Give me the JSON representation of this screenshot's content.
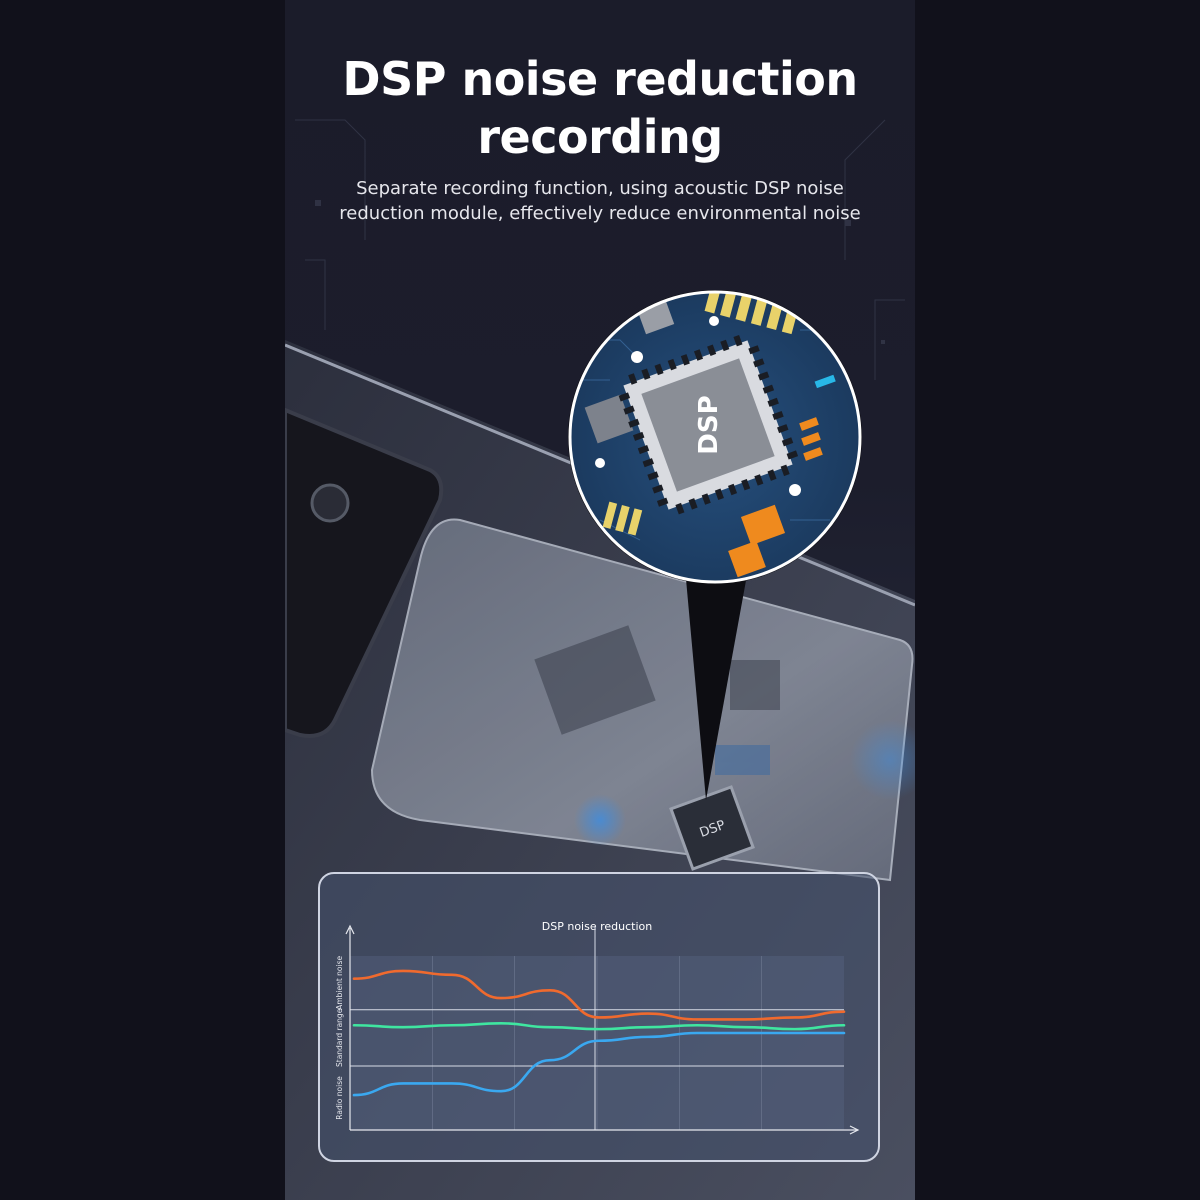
{
  "headline": {
    "title_line1": "DSP noise reduction",
    "title_line2": "recording",
    "subtitle_line1": "Separate recording function, using acoustic DSP noise",
    "subtitle_line2": "reduction module, effectively reduce environmental noise"
  },
  "device": {
    "chip_label_large": "DSP",
    "chip_label_small": "DSP"
  },
  "colors": {
    "background": "#14141f",
    "pcb": "#1f3f6a",
    "pad_gold": "#e8d26a",
    "pad_orange": "#ef8a1e",
    "chip": "#8a8e96"
  },
  "chart_data": {
    "type": "line",
    "title": "DSP noise reduction",
    "bands": [
      "Ambient noise",
      "Standard range",
      "Radio noise"
    ],
    "series": [
      {
        "color": "#f06a2e",
        "x": [
          0,
          10,
          20,
          30,
          40,
          50,
          60,
          70,
          80,
          90,
          100
        ],
        "y": [
          78,
          82,
          80,
          68,
          72,
          58,
          60,
          57,
          57,
          58,
          61
        ]
      },
      {
        "color": "#3fe6a0",
        "x": [
          0,
          10,
          20,
          30,
          40,
          50,
          60,
          70,
          80,
          90,
          100
        ],
        "y": [
          54,
          53,
          54,
          55,
          53,
          52,
          53,
          54,
          53,
          52,
          54
        ]
      },
      {
        "color": "#3aa8f0",
        "x": [
          0,
          10,
          20,
          30,
          40,
          50,
          60,
          70,
          80,
          90,
          100
        ],
        "y": [
          18,
          24,
          24,
          20,
          36,
          46,
          48,
          50,
          50,
          50,
          50
        ]
      }
    ]
  }
}
